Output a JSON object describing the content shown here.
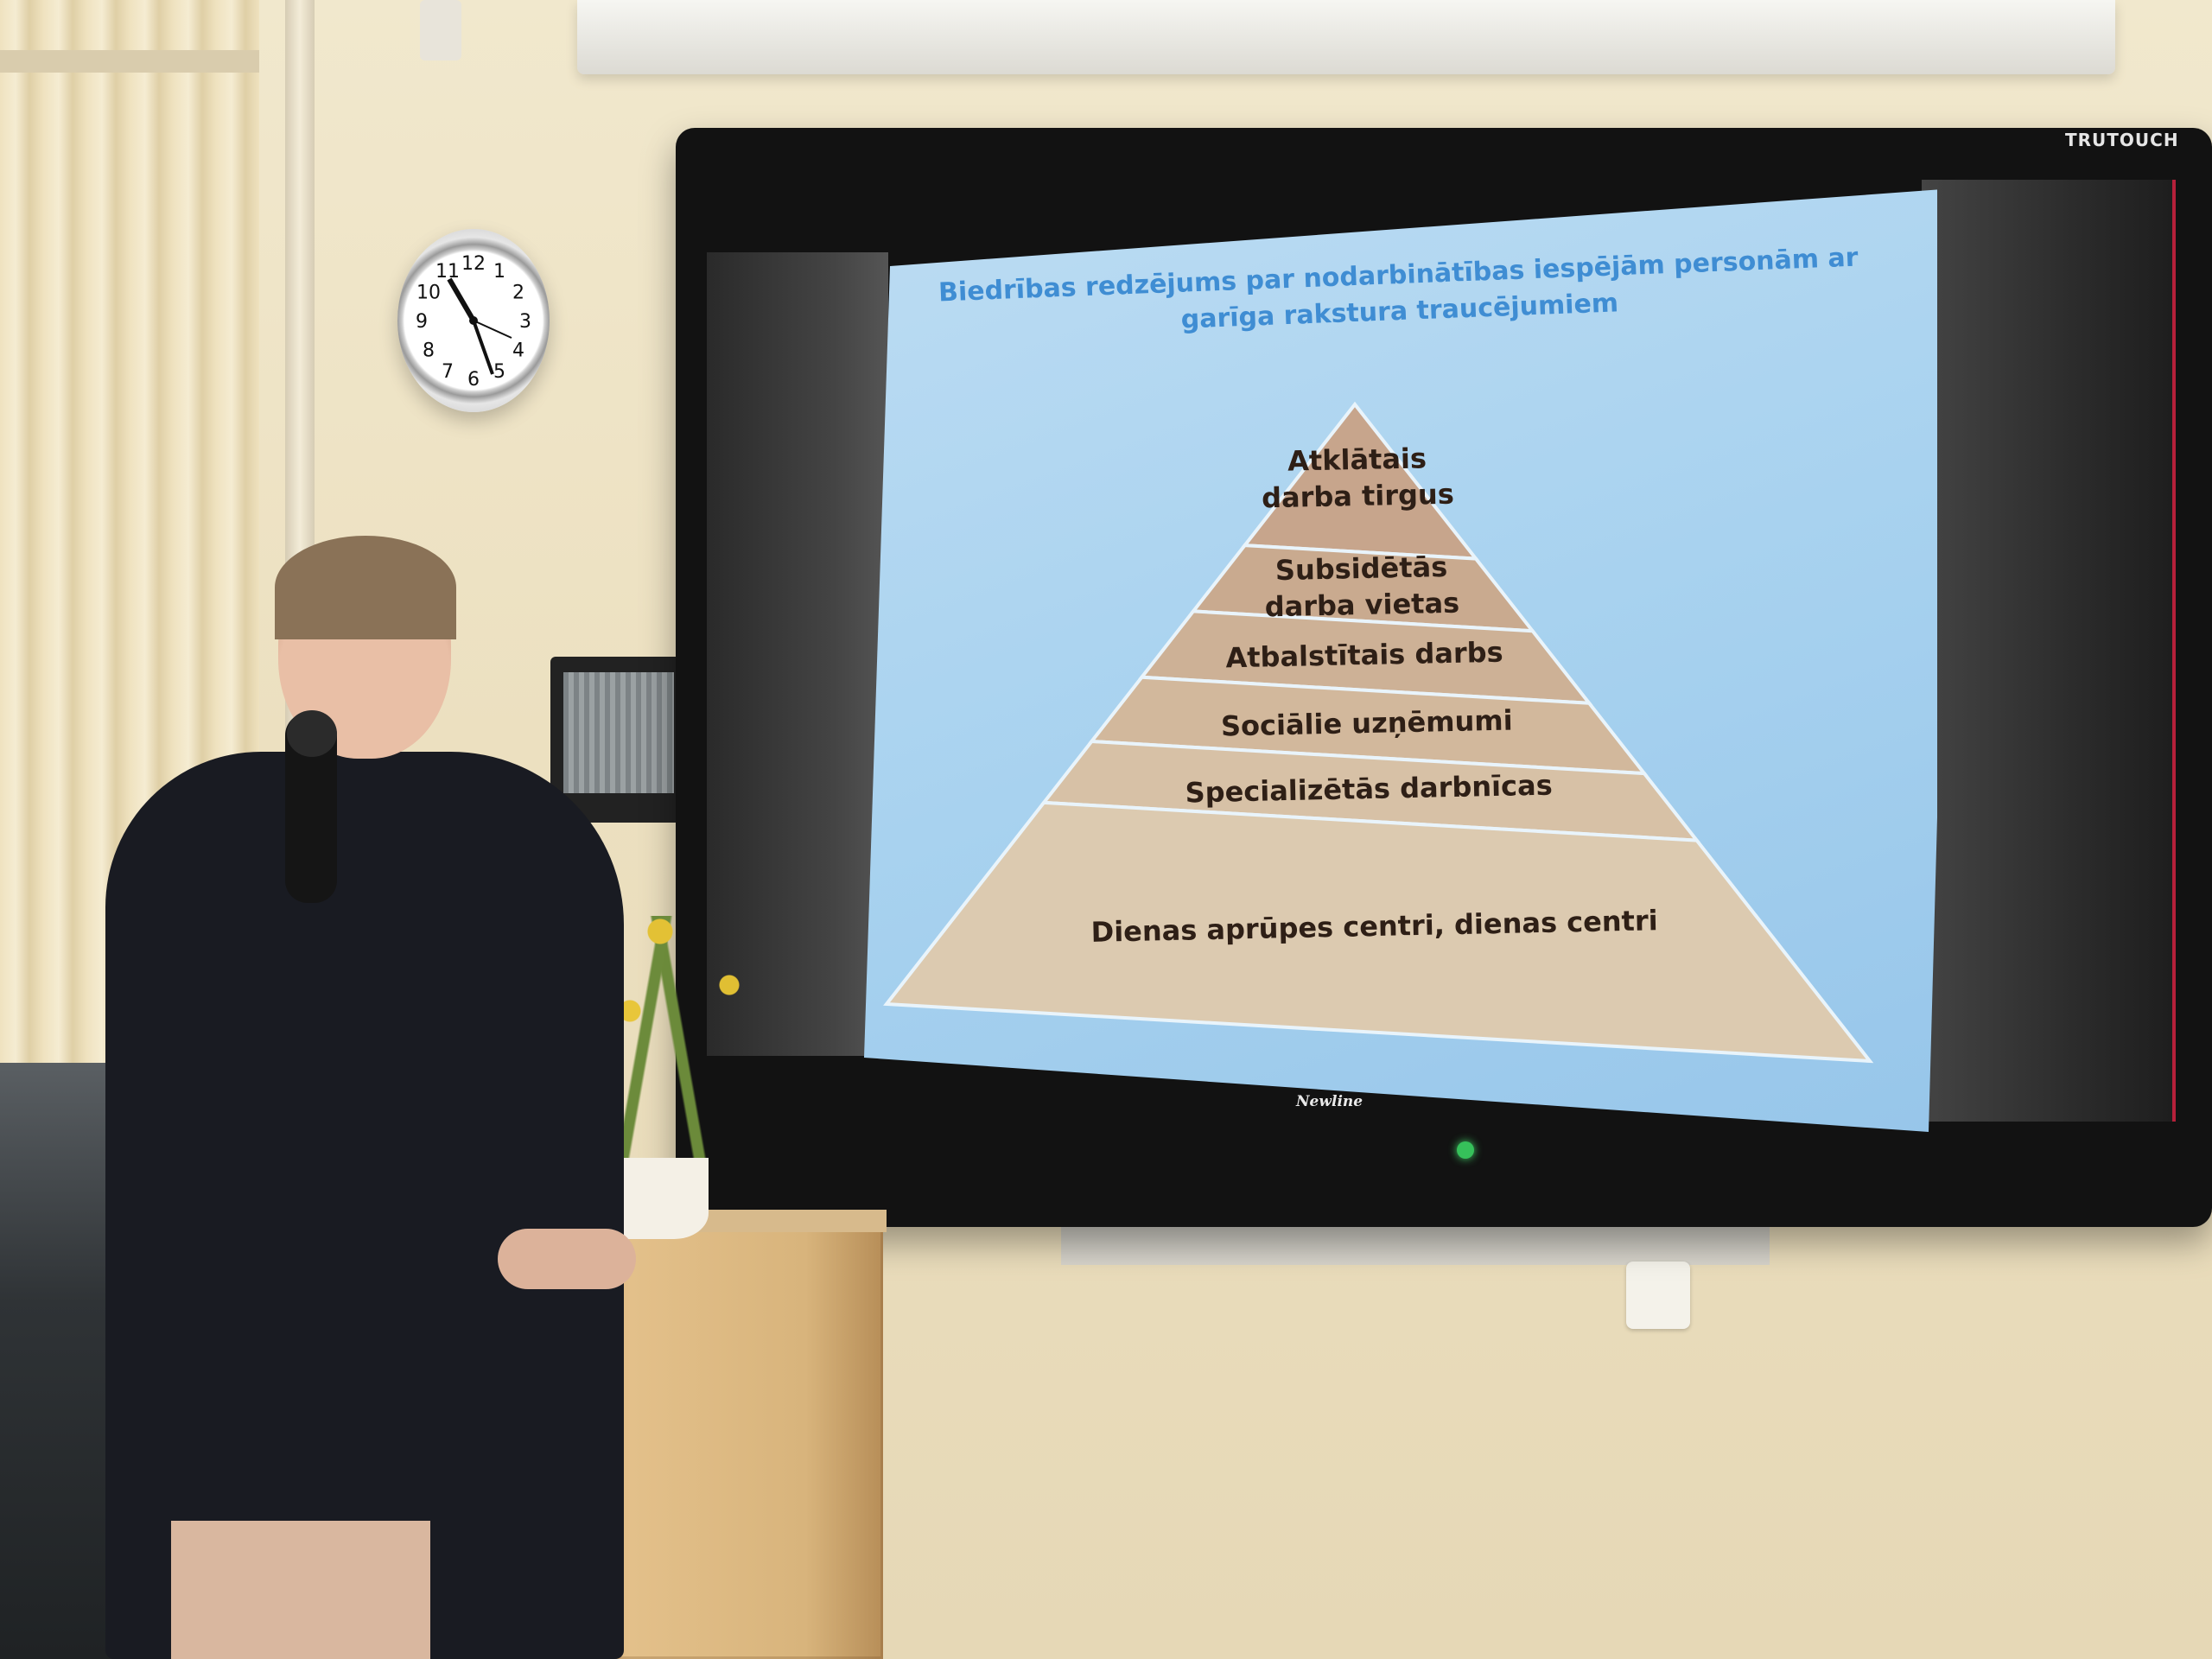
{
  "scene": "photo-of-presentation",
  "display": {
    "brand_top": "TRUTOUCH",
    "brand_bottom": "Newline"
  },
  "slide": {
    "title": "Biedrības redzējums par nodarbinātības iespējām personām ar garīga rakstura traucējumiem",
    "pyramid_tiers": [
      {
        "label": "Atklātais darba tirgus",
        "color": "#c7a58c"
      },
      {
        "label": "Subsidētās darba vietas",
        "color": "#c9aa8f"
      },
      {
        "label": "Atbalstītais darbs",
        "color": "#cdb196"
      },
      {
        "label": "Sociālie uzņēmumi",
        "color": "#d2b89c"
      },
      {
        "label": "Specializētās darbnīcas",
        "color": "#d7c1a6"
      },
      {
        "label": "Dienas aprūpes centri, dienas centri",
        "color": "#dccab0"
      }
    ]
  },
  "clock": {
    "numbers": [
      "12",
      "1",
      "2",
      "3",
      "4",
      "5",
      "6",
      "7",
      "8",
      "9",
      "10",
      "11"
    ]
  },
  "colors": {
    "slide_title": "#3f8dd3",
    "slide_bg": "#a8d2ef",
    "tier_text": "#2e1f16"
  }
}
